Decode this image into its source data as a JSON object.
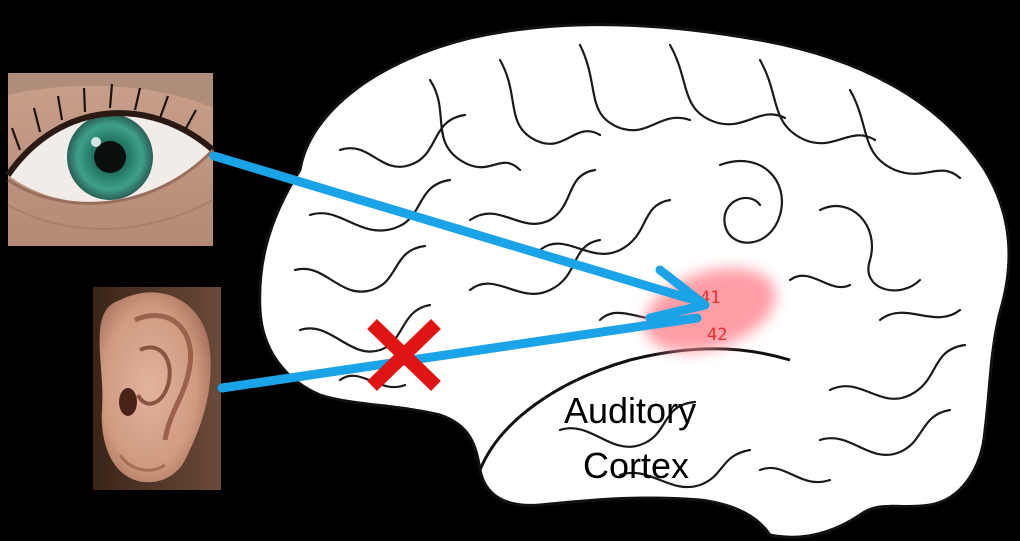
{
  "region_label": {
    "line1": "Auditory",
    "line2": "Cortex"
  },
  "area_numbers": {
    "a": "41",
    "b": "42"
  },
  "arrow_color": "#1aa3e6",
  "cross_color": "#e01414",
  "highlight_color": "#ff8c96",
  "inputs": [
    {
      "name": "eye",
      "icon": "eye-photo",
      "connected": true
    },
    {
      "name": "ear",
      "icon": "ear-photo",
      "connected": false
    }
  ],
  "target": "auditory-cortex"
}
